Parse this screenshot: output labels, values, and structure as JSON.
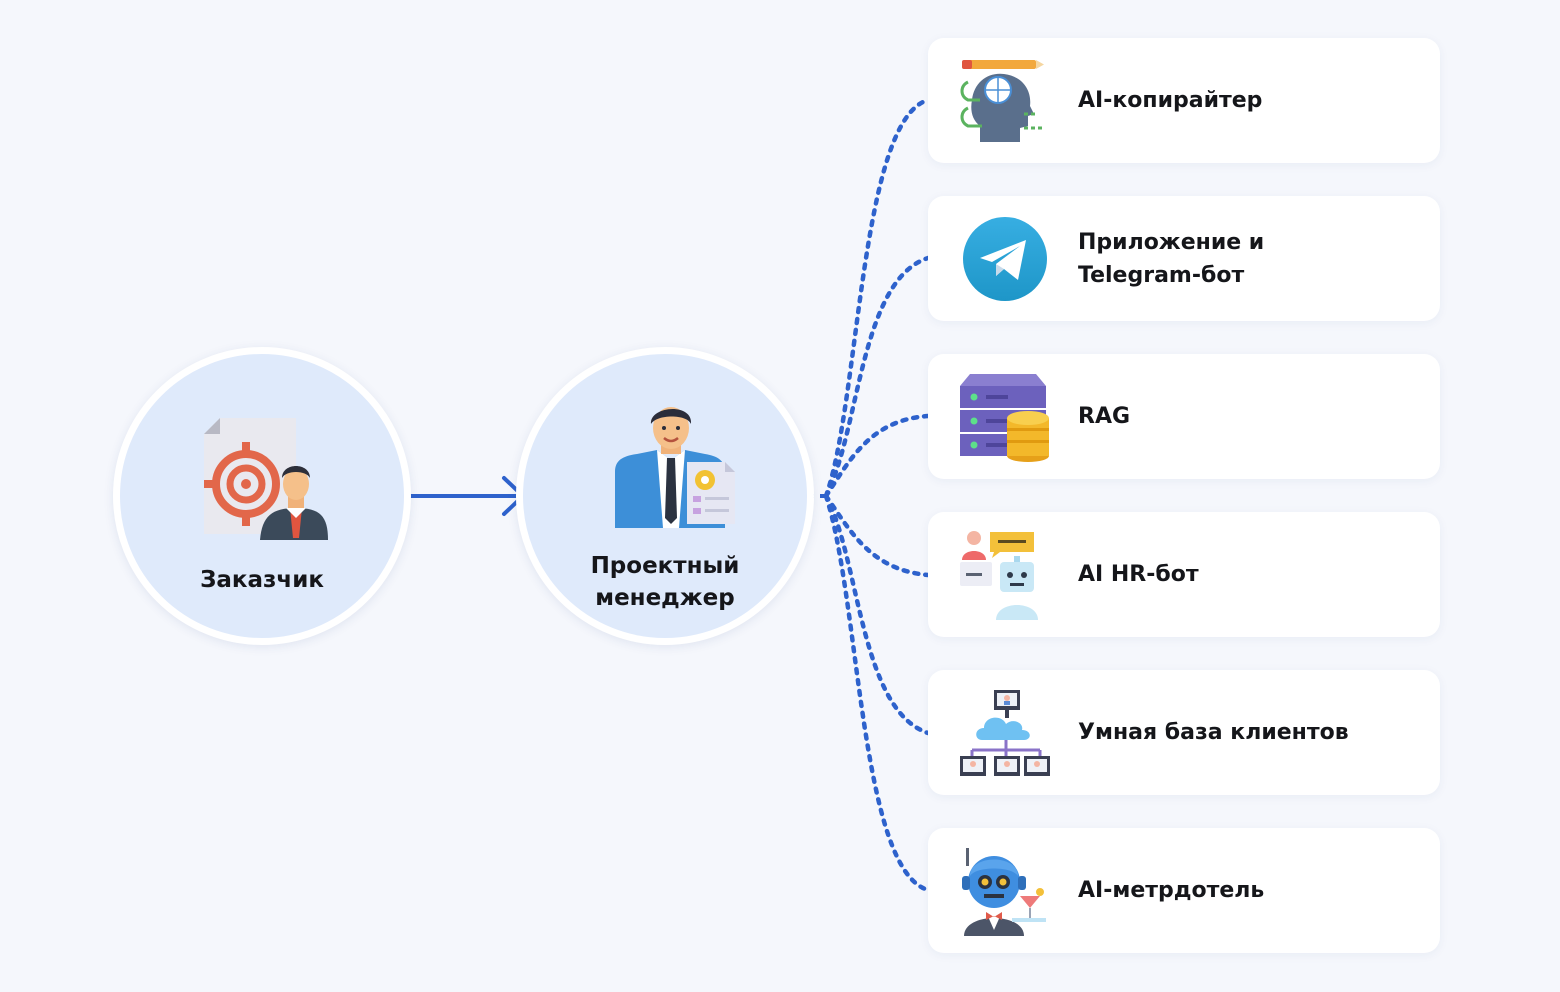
{
  "diagram": {
    "client": {
      "label": "Заказчик"
    },
    "manager": {
      "label_line1": "Проектный",
      "label_line2": "менеджер"
    },
    "services": [
      {
        "label": "AI-копирайтер",
        "icon": "copywriter-head-icon"
      },
      {
        "label_line1": "Приложение и",
        "label_line2": "Telegram-бот",
        "icon": "telegram-icon"
      },
      {
        "label": "RAG",
        "icon": "server-database-icon"
      },
      {
        "label": "AI HR-бот",
        "icon": "hr-bot-icon"
      },
      {
        "label": "Умная база клиентов",
        "icon": "cloud-network-icon"
      },
      {
        "label": "AI-метрдотель",
        "icon": "robot-waiter-icon"
      }
    ]
  },
  "colors": {
    "background": "#f5f7fc",
    "node_fill": "#dfeafb",
    "connector": "#2e62cc",
    "text": "#15161a"
  }
}
